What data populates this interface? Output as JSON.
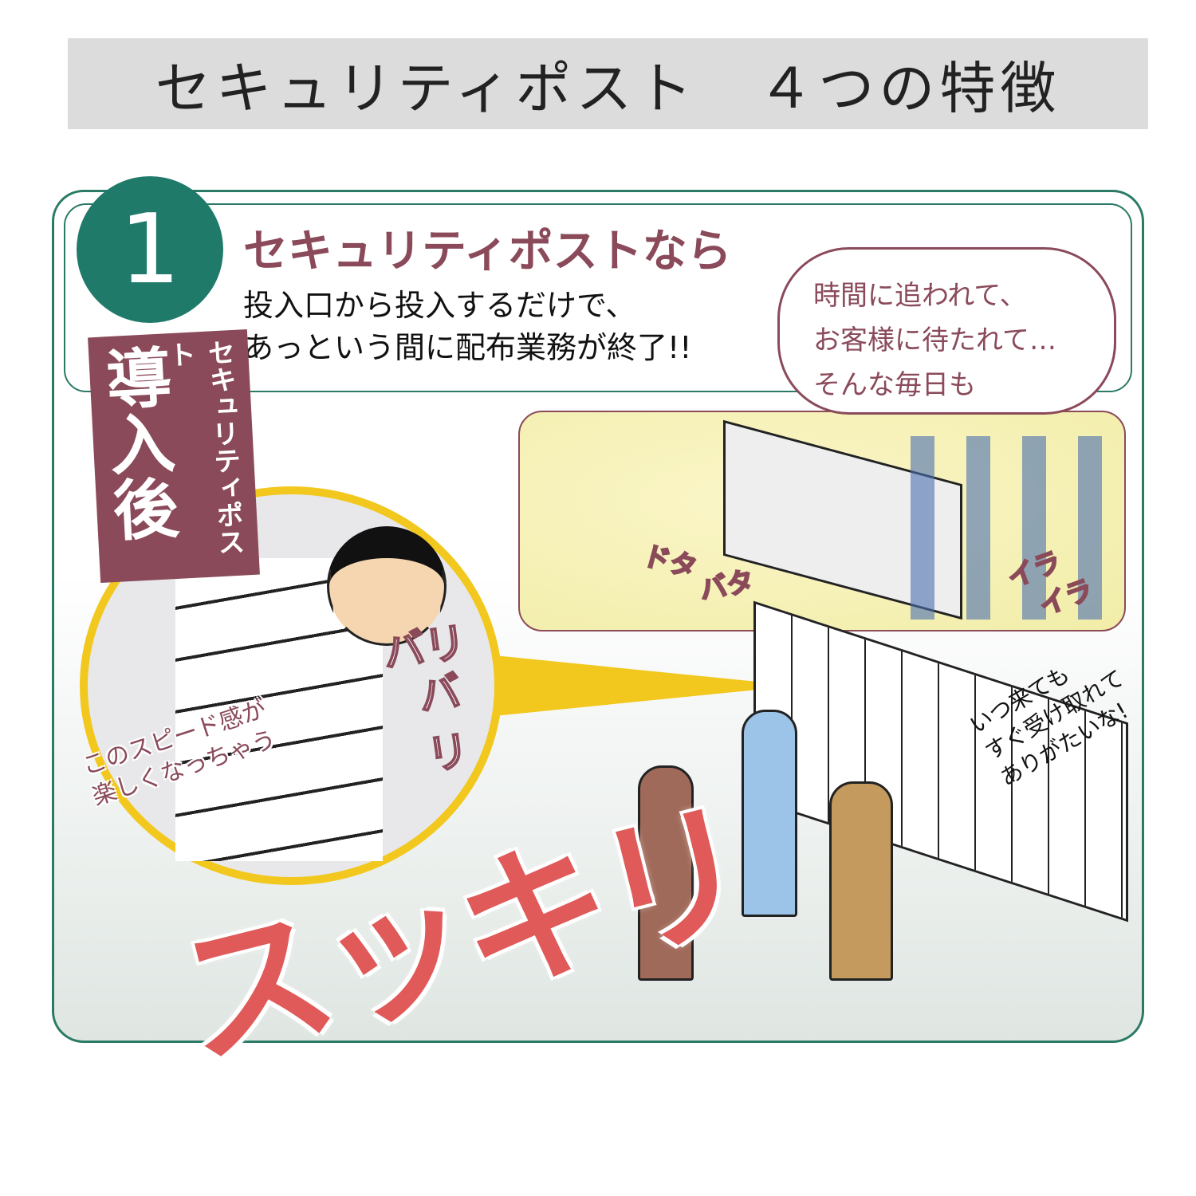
{
  "title": "セキュリティポスト　４つの特徴",
  "feature": {
    "number": "1",
    "heading": "セキュリティポストなら",
    "body_lines": [
      "投入口から投入するだけで、",
      "あっという間に配布業務が終了!!"
    ],
    "banner": {
      "large": "導入後",
      "small": "セキュリティポスト"
    }
  },
  "thought_bubble": [
    "時間に追われて、",
    "お客様に待たれて…",
    "そんな毎日も"
  ],
  "scene_sfx": {
    "dota": "ドタ",
    "bata": "バタ",
    "ira1": "イラ",
    "ira2": "イラ"
  },
  "circle_sfx": {
    "bari1": "バリ",
    "bari2": "バリ"
  },
  "speed_caption": [
    "このスピード感が",
    "楽しくなっちゃう"
  ],
  "big_word": "スッキリ",
  "voice": [
    "いつ来ても",
    "すぐ受け取れて",
    "ありがたいな!"
  ],
  "colors": {
    "accent_teal": "#1f7a6a",
    "maroon": "#8a4a5a",
    "yellow": "#f2c81e",
    "red": "#e05a5a"
  }
}
